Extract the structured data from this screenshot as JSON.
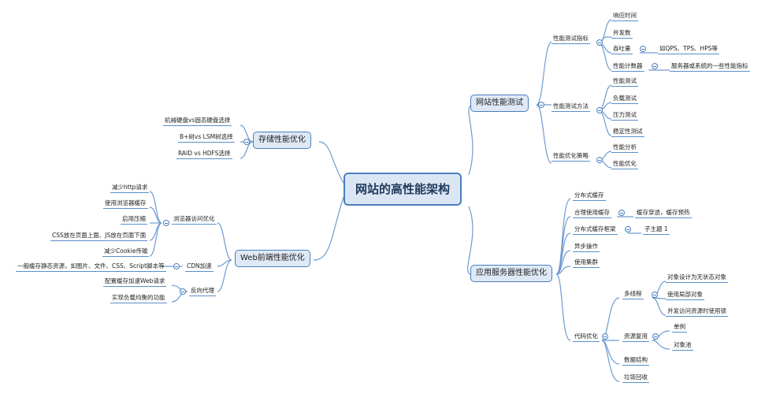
{
  "root": "网站的高性能架构",
  "perf_test": {
    "title": "网站性能测试",
    "metrics": {
      "label": "性能测试指标",
      "items": [
        "响应时间",
        "并发数",
        "吞吐量",
        "性能计数器"
      ],
      "throughput_note": "如QPS、TPS、HPS等",
      "counter_note": "服务器或系统的一些性能指标"
    },
    "methods": {
      "label": "性能测试方法",
      "items": [
        "性能测试",
        "负载测试",
        "压力测试",
        "稳定性测试"
      ]
    },
    "strategy": {
      "label": "性能优化策略",
      "items": [
        "性能分析",
        "性能优化"
      ]
    }
  },
  "storage": {
    "title": "存储性能优化",
    "items": [
      "机械硬盘vs固态硬盘选择",
      "B+树vs LSM树选择",
      "RAID vs HDFS选择"
    ]
  },
  "web": {
    "title": "Web前端性能优化",
    "browser": {
      "label": "浏览器访问优化",
      "items": [
        "减少http请求",
        "使用浏览器缓存",
        "启用压缩",
        "CSS放在页面上面、JS放在页面下面",
        "减少Cookie传输"
      ]
    },
    "cdn": {
      "label": "CDN加速",
      "note": "一般缓存静态资源，如图片、文件、CSS、Script脚本等"
    },
    "proxy": {
      "label": "反向代理",
      "items": [
        "配置缓存加速Web请求",
        "实现负载均衡的功能"
      ]
    }
  },
  "app": {
    "title": "应用服务器性能优化",
    "dist_cache": "分布式缓存",
    "reasonable_cache": {
      "label": "合理使用缓存",
      "note": "缓存穿透，缓存预热"
    },
    "cache_arch": {
      "label": "分布式缓存框架",
      "note": "子主题 1"
    },
    "async": "异步操作",
    "cluster": "使用集群",
    "code": {
      "label": "代码优化",
      "multithread": {
        "label": "多线程",
        "items": [
          "对象设计为无状态对象",
          "使用局部对象",
          "并发访问资源时使用锁"
        ]
      },
      "reuse": {
        "label": "资源复用",
        "items": [
          "单例",
          "对象池"
        ]
      },
      "data_struct": "数据结构",
      "gc": "垃圾回收"
    }
  }
}
